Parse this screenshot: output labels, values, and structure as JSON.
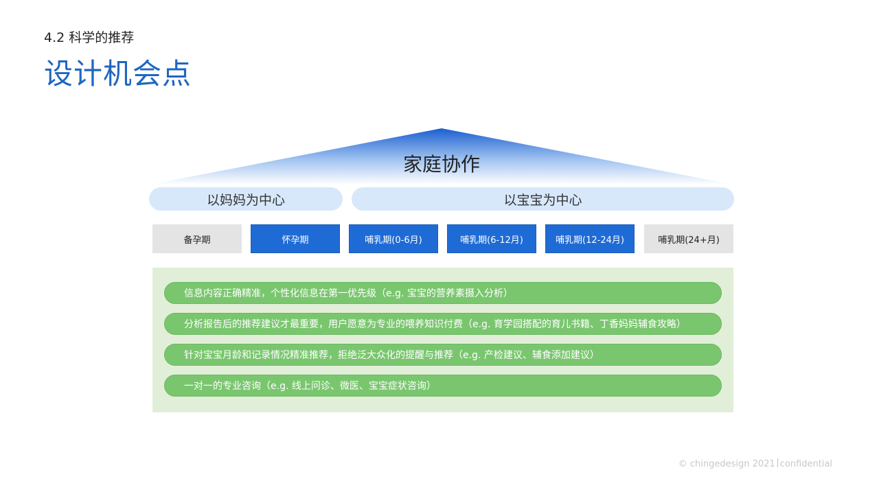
{
  "header": {
    "section": "4.2 科学的推荐",
    "title": "设计机会点"
  },
  "diagram": {
    "roof_label": "家庭协作",
    "focus": [
      {
        "label": "以妈妈为中心"
      },
      {
        "label": "以宝宝为中心"
      }
    ],
    "stages": [
      {
        "label": "备孕期",
        "active": false
      },
      {
        "label": "怀孕期",
        "active": true
      },
      {
        "label": "哺乳期(0-6月)",
        "active": true
      },
      {
        "label": "哺乳期(6-12月)",
        "active": true
      },
      {
        "label": "哺乳期(12-24月)",
        "active": true
      },
      {
        "label": "哺乳期(24+月)",
        "active": false
      }
    ],
    "opportunities": [
      "信息内容正确精准，个性化信息在第一优先级（e.g. 宝宝的营养素摄入分析）",
      "分析报告后的推荐建议才最重要，用户愿意为专业的喂养知识付费（e.g. 育学园搭配的育儿书籍、丁香妈妈辅食攻略）",
      "针对宝宝月龄和记录情况精准推荐，拒绝泛大众化的提醒与推荐（e.g. 产检建议、辅食添加建议）",
      "一对一的专业咨询（e.g. 线上问诊、微医、宝宝症状咨询）"
    ]
  },
  "colors": {
    "title_blue": "#1f66c1",
    "stage_active": "#1f6bd6",
    "stage_inactive": "#e4e4e4",
    "pill_bg": "#d7e8fb",
    "panel_green": "#e2efd8",
    "opportunity_green": "#7ac66f"
  },
  "footer": {
    "copyright_symbol": "©",
    "brand": "chingedesign 2021",
    "label": "confidential"
  }
}
